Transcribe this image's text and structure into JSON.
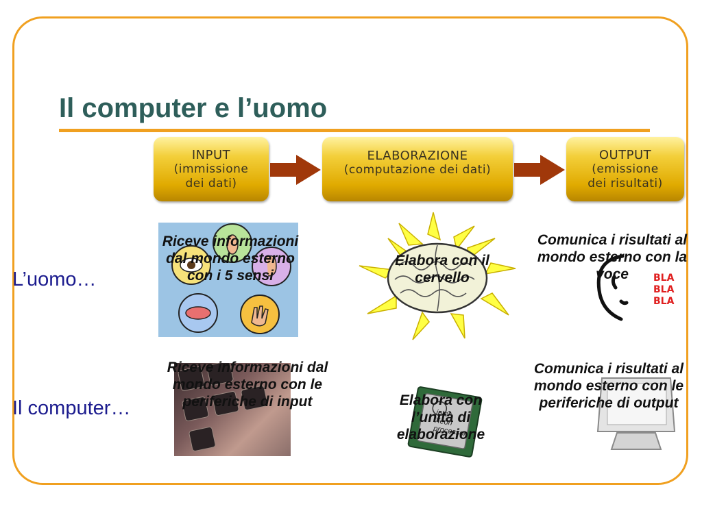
{
  "slide": {
    "title": "Il computer e l’uomo",
    "accent_color": "#f0a020",
    "title_color": "#2e5e5a"
  },
  "stages": [
    {
      "heading": "INPUT",
      "line1": "(immissione",
      "line2": "dei dati)"
    },
    {
      "heading": "ELABORAZIONE",
      "line1": "(computazione dei dati)",
      "line2": ""
    },
    {
      "heading": "OUTPUT",
      "line1": "(emissione",
      "line2": "dei risultati)"
    }
  ],
  "rows": {
    "human": {
      "label": "L’uomo…",
      "input": "Riceve informazioni dal mondo esterno con i 5 sensi",
      "processing": "Elabora con il cervello",
      "output": "Comunica i risultati al mondo esterno con la voce",
      "speech_text": [
        "BLA",
        "BLA",
        "BLA"
      ]
    },
    "computer": {
      "label": "Il computer…",
      "input": "Riceve informazioni dal mondo esterno con le periferiche di input",
      "processing": "Elabora con l’unità di elaborazione",
      "output": "Comunica i risultati al mondo esterno con le periferiche di output",
      "chip_text": [
        "intel",
        "Xeon",
        "processor"
      ]
    }
  }
}
